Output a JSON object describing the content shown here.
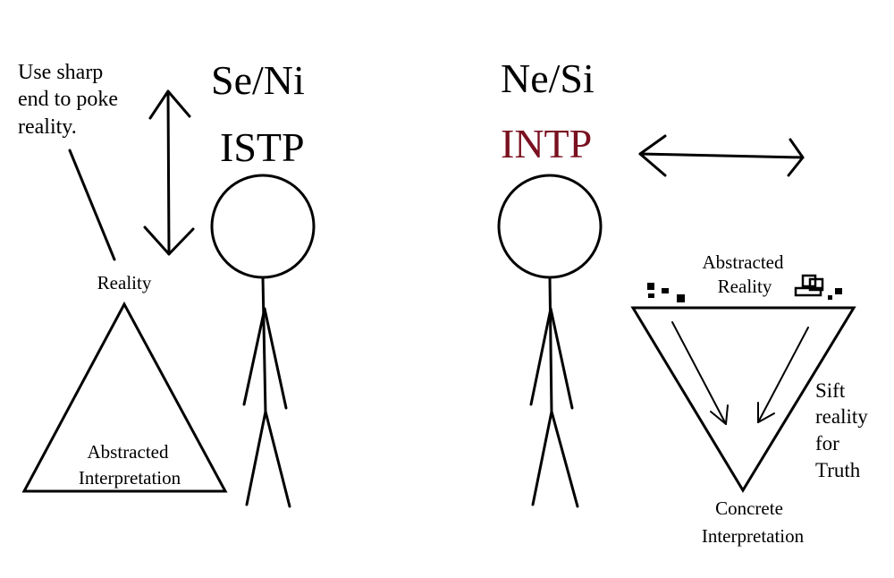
{
  "left": {
    "function_pair": "Se/Ni",
    "type_label": "ISTP",
    "note_lines": [
      "Use sharp",
      "end to poke",
      "reality."
    ],
    "apex_label": "Reality",
    "base_label_lines": [
      "Abstracted",
      "Interpretation"
    ]
  },
  "right": {
    "function_pair": "Ne/Si",
    "type_label": "INTP",
    "top_label_lines": [
      "Abstracted",
      "Reality"
    ],
    "side_note_lines": [
      "Sift",
      "reality",
      "for",
      "Truth"
    ],
    "point_label_lines": [
      "Concrete",
      "Interpretation"
    ]
  },
  "colors": {
    "ink": "#000000",
    "intp_accent": "#7a1020",
    "background": "#ffffff"
  }
}
